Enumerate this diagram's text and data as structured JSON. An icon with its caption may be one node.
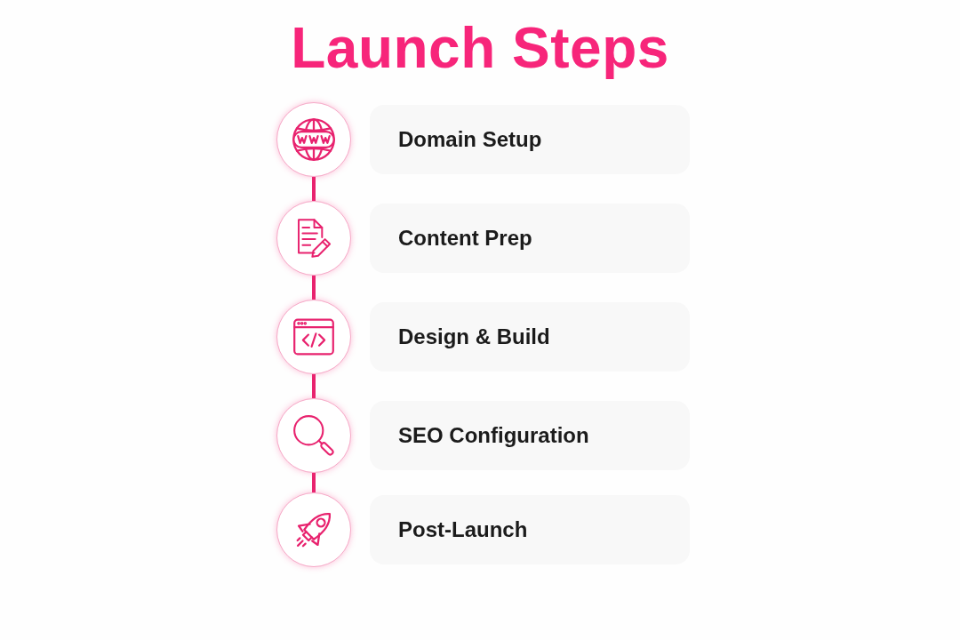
{
  "diagram": {
    "title": "Launch Steps",
    "nodes": [
      {
        "text": [],
        "shape": "circle"
      },
      {
        "text": [
          "Domain Setup"
        ]
      },
      {
        "text": [],
        "shape": "circle"
      },
      {
        "text": [
          "Content Prep"
        ]
      },
      {
        "text": [],
        "shape": "circle"
      },
      {
        "text": [
          "Design & Build"
        ]
      },
      {
        "text": [],
        "shape": "circle"
      },
      {
        "text": [
          "SEO Configuration"
        ]
      },
      {
        "text": [],
        "shape": "circle"
      },
      {
        "text": [
          "Post-Launch"
        ]
      }
    ],
    "edges": [
      {
        "from": 0,
        "to": 2,
        "arrow": "none"
      },
      {
        "from": 2,
        "to": 4,
        "arrow": "none"
      },
      {
        "from": 4,
        "to": 6,
        "arrow": "none"
      },
      {
        "from": 6,
        "to": 8,
        "arrow": "none"
      }
    ]
  }
}
